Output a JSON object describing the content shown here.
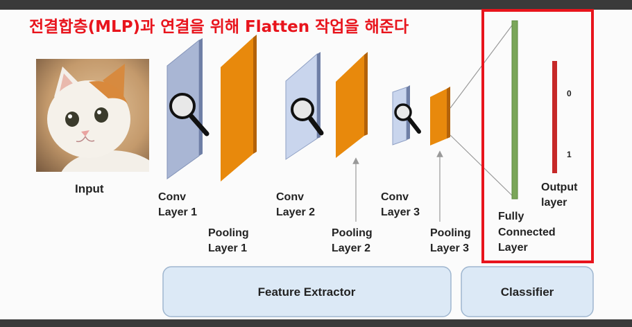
{
  "title": "전결합층(MLP)과 연결을 위해 Flatten 작업을 해준다",
  "input_label": "Input",
  "layers": {
    "conv1": [
      "Conv",
      "Layer 1"
    ],
    "pool1": [
      "Pooling",
      "Layer 1"
    ],
    "conv2": [
      "Conv",
      "Layer 2"
    ],
    "pool2": [
      "Pooling",
      "Layer 2"
    ],
    "conv3": [
      "Conv",
      "Layer 3"
    ],
    "pool3": [
      "Pooling",
      "Layer 3"
    ],
    "fully_connected": [
      "Fully",
      "Connected",
      "Layer"
    ],
    "output": [
      "Output",
      "layer"
    ]
  },
  "output_units": [
    "0",
    "1"
  ],
  "sections": {
    "feature_extractor": "Feature Extractor",
    "classifier": "Classifier"
  },
  "colors": {
    "title": "#e8141c",
    "highlight_box": "#e8141c",
    "conv_dark": "#a9b6d4",
    "conv_light": "#c9d5ed",
    "conv_side": "#6f7fa6",
    "pool": "#e8890c",
    "pool_side": "#b3620a",
    "fully_connected": "#7ba65a",
    "output": "#c62828",
    "section_fill": "#dce9f6",
    "section_stroke": "#9fb6cf",
    "frame": "#3a3a3a"
  },
  "icons": {
    "filter": "magnifier-icon",
    "input": "cat-photo"
  }
}
